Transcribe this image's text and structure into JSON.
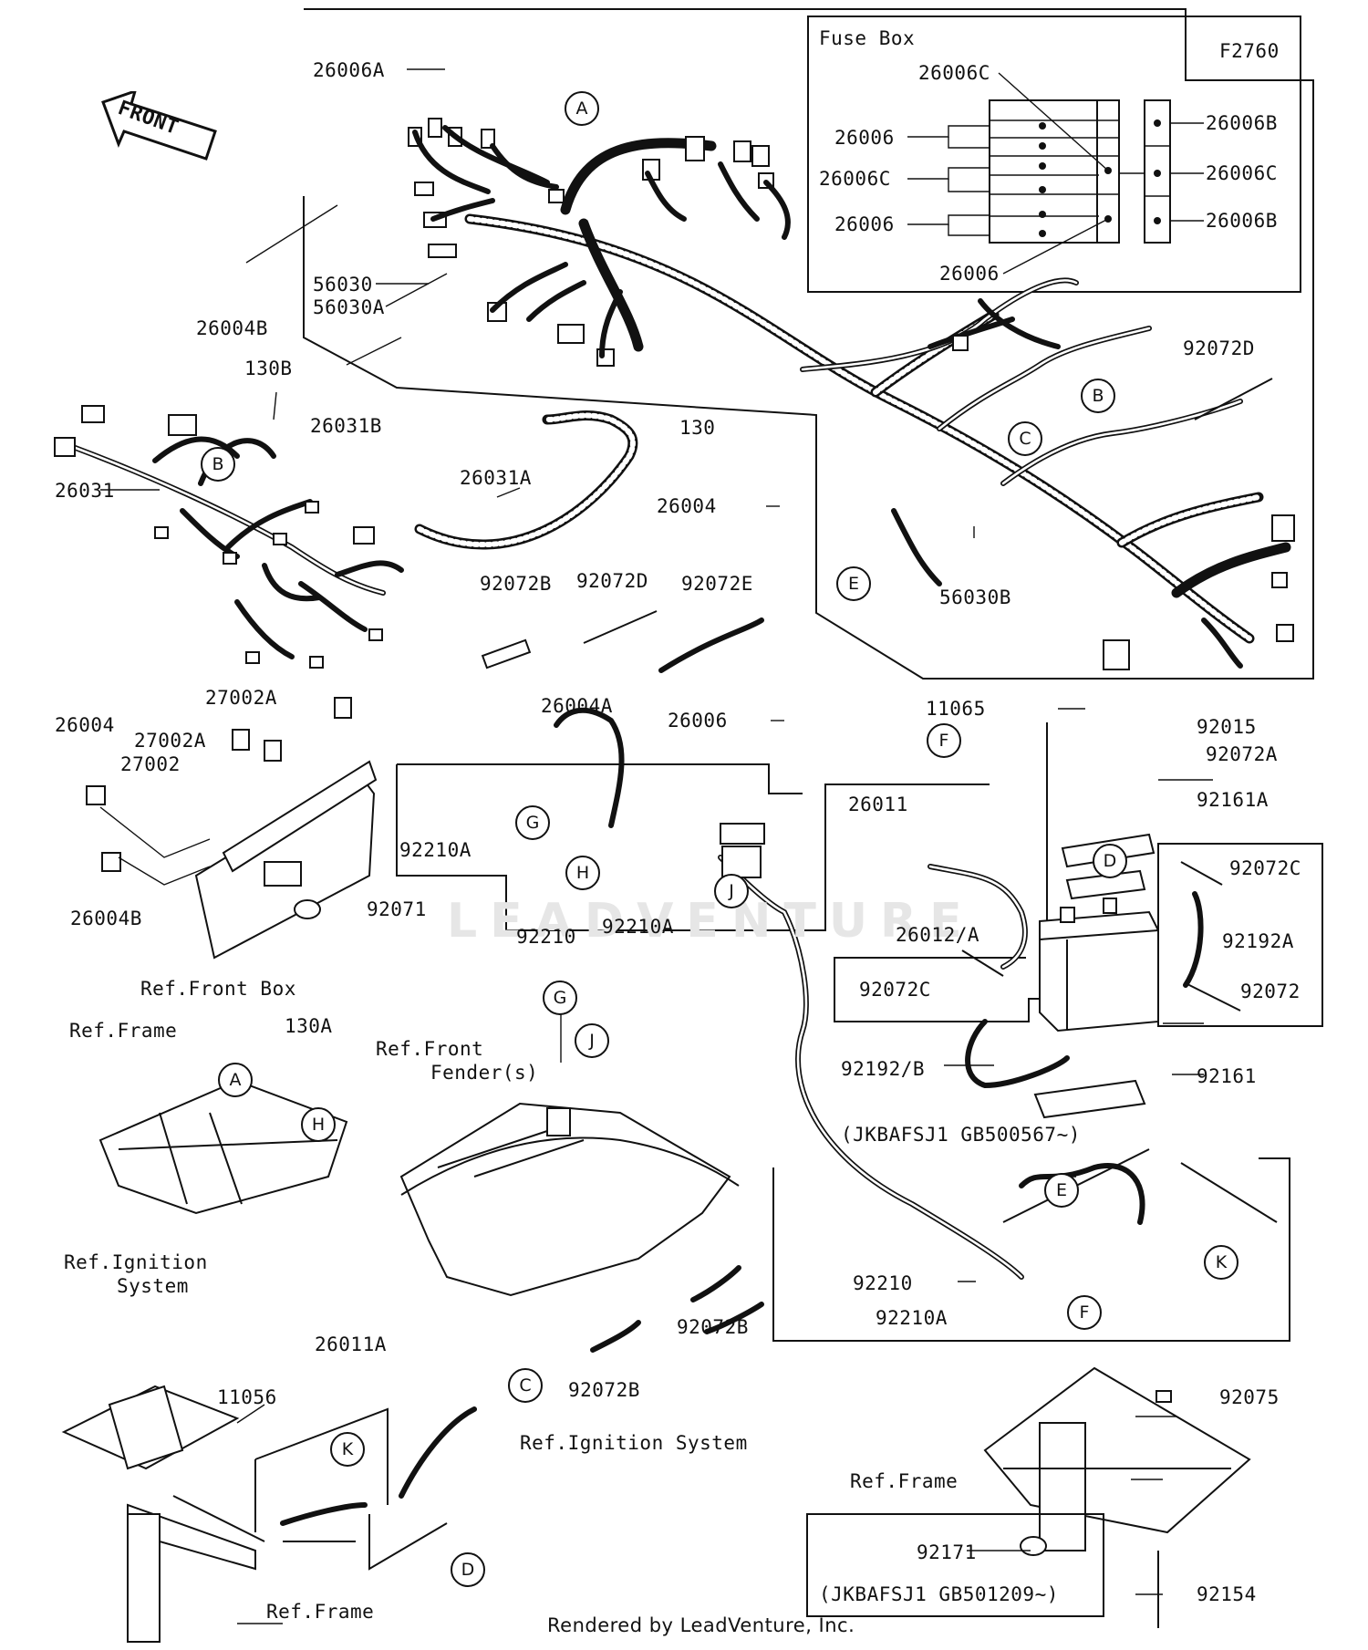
{
  "figure_code": "F2760",
  "fuse_box_title": "Fuse Box",
  "front_label": "FRONT",
  "footer": "Rendered by LeadVenture, Inc.",
  "watermark": "LEADVENTURE",
  "parts": {
    "p26006A": "26006A",
    "p26006C_top": "26006C",
    "p26006_left1": "26006",
    "p26006C_left": "26006C",
    "p26006_left2": "26006",
    "p26006_bottom": "26006",
    "p26006B_r1": "26006B",
    "p26006C_r": "26006C",
    "p26006B_r2": "26006B",
    "p26004B_top": "26004B",
    "p56030": "56030",
    "p56030A": "56030A",
    "p130B": "130B",
    "p26031B": "26031B",
    "p26031": "26031",
    "p26031A": "26031A",
    "p130": "130",
    "p26004_mid": "26004",
    "p56030B": "56030B",
    "p92072D_r": "92072D",
    "p92072B": "92072B",
    "p92072D": "92072D",
    "p92072E": "92072E",
    "p27002A_1": "27002A",
    "p26004_left": "26004",
    "p27002A_2": "27002A",
    "p27002": "27002",
    "p26004B_bot": "26004B",
    "p92071": "92071",
    "ref_front_box": "Ref.Front Box",
    "p26004A": "26004A",
    "p26006_mid": "26006",
    "p92210A_1": "92210A",
    "p92210": "92210",
    "p92210A_2": "92210A",
    "p11065": "11065",
    "p92015": "92015",
    "p92072A": "92072A",
    "p92161A": "92161A",
    "p26011": "26011",
    "p92072C_r": "92072C",
    "p26012A": "26012/A",
    "p92192A": "92192A",
    "p92072C": "92072C",
    "p92072": "92072",
    "p92192B": "92192/B",
    "p92161": "92161",
    "serial1": "(JKBAFSJ1 GB500567~)",
    "ref_frame_1": "Ref.Frame",
    "p130A": "130A",
    "ref_front_fender_1": "Ref.Front",
    "ref_front_fender_2": "Fender(s)",
    "p92072B_2": "92072B",
    "p92072B_3": "92072B",
    "p92210_2": "92210",
    "p92210A_3": "92210A",
    "ref_ignition_1": "Ref.Ignition",
    "ref_ignition_2": "System",
    "p11056": "11056",
    "p26011A": "26011A",
    "ref_ignition_system": "Ref.Ignition System",
    "p92075": "92075",
    "ref_frame_2": "Ref.Frame",
    "p92171": "92171",
    "serial2": "(JKBAFSJ1 GB501209~)",
    "p92154": "92154",
    "ref_frame_3": "Ref.Frame"
  },
  "callouts": {
    "A": "A",
    "B": "B",
    "C": "C",
    "D": "D",
    "E": "E",
    "F": "F",
    "G": "G",
    "H": "H",
    "J": "J",
    "K": "K"
  }
}
